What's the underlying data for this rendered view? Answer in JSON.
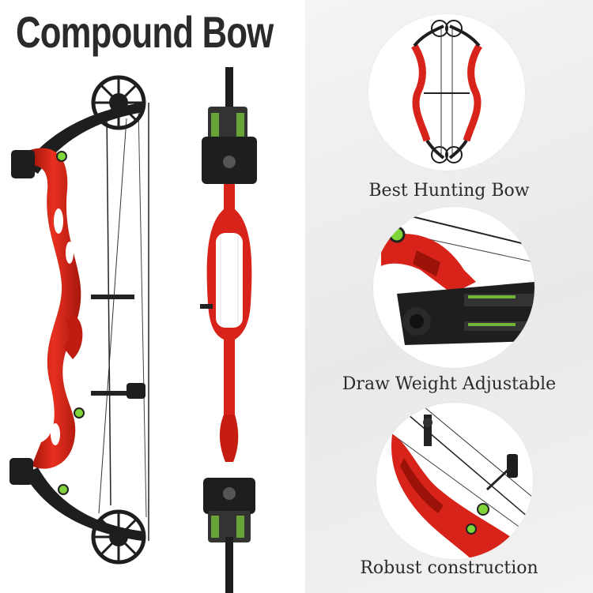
{
  "title": "Compound Bow",
  "features": [
    {
      "label": "Best Hunting Bow",
      "icon": "bow-pair-icon"
    },
    {
      "label": "Draw Weight Adjustable",
      "icon": "limb-pocket-icon"
    },
    {
      "label": "Robust construction",
      "icon": "riser-grip-icon"
    }
  ],
  "colors": {
    "riser": "#d8231a",
    "riser_dark": "#9b1209",
    "limb": "#1e1e1e",
    "accent": "#7fd43a",
    "text": "#2b2b2b"
  }
}
